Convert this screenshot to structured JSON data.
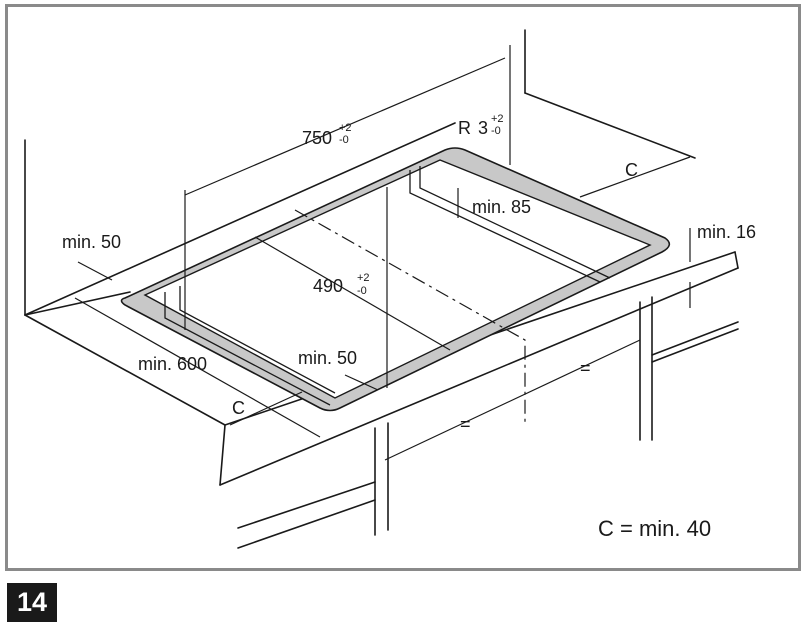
{
  "figure": {
    "number": "14",
    "legend": "C = min. 40"
  },
  "dimensions": {
    "cutout_length": "750",
    "cutout_length_tol_plus": "+2",
    "cutout_length_tol_minus": "-0",
    "cutout_depth": "490",
    "cutout_depth_tol_plus": "+2",
    "cutout_depth_tol_minus": "-0",
    "corner_radius_prefix": "R",
    "corner_radius": "3",
    "corner_radius_tol_plus": "+2",
    "corner_radius_tol_minus": "-0",
    "rear_clearance": "min. 85",
    "worktop_thickness": "min. 16",
    "side_clearance_left": "min. 50",
    "front_clearance": "min. 50",
    "worktop_depth": "min. 600",
    "clearance_c_front": "C",
    "clearance_c_right": "C",
    "equal_left": "=",
    "equal_right": "="
  },
  "colors": {
    "line": "#1a1a1a",
    "frame": "#8a8a8a",
    "cutout_fill": "#c8c8c8",
    "badge": "#1a1a1a"
  }
}
